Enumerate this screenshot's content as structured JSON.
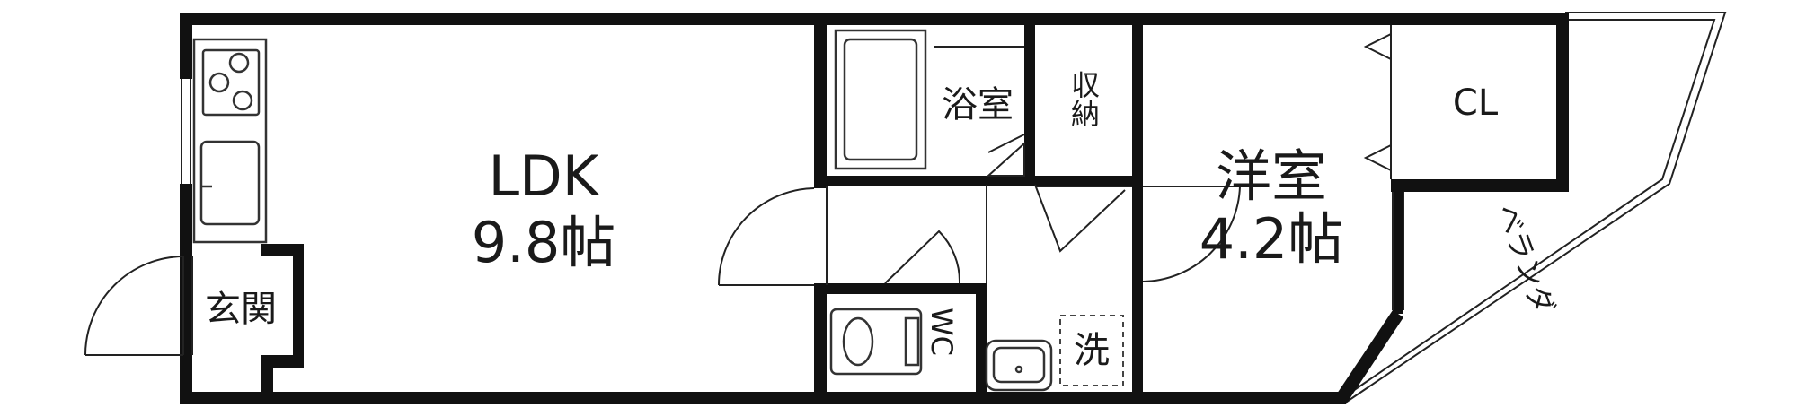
{
  "floor_plan": {
    "rooms": {
      "ldk": {
        "name": "LDK",
        "size": "9.8帖"
      },
      "western_room": {
        "name": "洋室",
        "size": "4.2帖"
      },
      "bathroom": {
        "name": "浴室"
      },
      "storage": {
        "name": "収納"
      },
      "closet": {
        "name": "CL"
      },
      "entrance": {
        "name": "玄関"
      },
      "toilet": {
        "name": "WC"
      },
      "laundry": {
        "name": "洗"
      },
      "balcony": {
        "name": "ベランダ"
      }
    },
    "colors": {
      "wall": "#111111",
      "line": "#222222",
      "background": "#ffffff"
    }
  }
}
